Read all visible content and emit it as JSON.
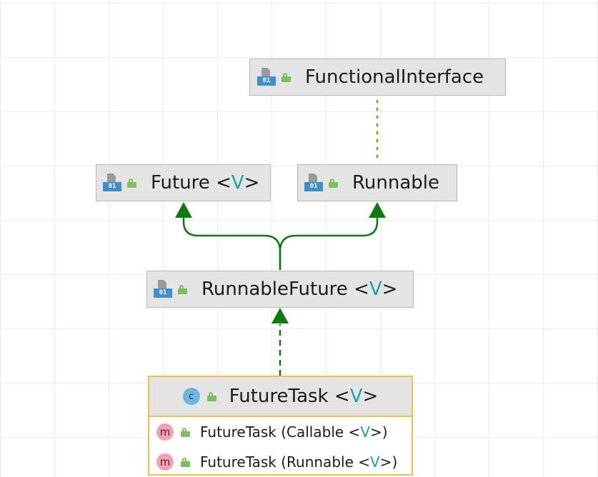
{
  "diagram": {
    "nodes": {
      "functional_interface": {
        "name": "FunctionalInterface",
        "kind": "interface",
        "icon": "interface-icon",
        "visibility": "public"
      },
      "future": {
        "name": "Future",
        "type_param": "V",
        "kind": "interface",
        "icon": "interface-icon",
        "visibility": "public"
      },
      "runnable": {
        "name": "Runnable",
        "kind": "interface",
        "icon": "interface-icon",
        "visibility": "public"
      },
      "runnable_future": {
        "name": "RunnableFuture",
        "type_param": "V",
        "kind": "interface",
        "icon": "interface-icon",
        "visibility": "public"
      },
      "future_task": {
        "name": "FutureTask",
        "type_param": "V",
        "kind": "class",
        "icon_letter": "c",
        "visibility": "public",
        "members": [
          {
            "icon_letter": "m",
            "name": "FutureTask",
            "params": "Callable",
            "type_param": "V"
          },
          {
            "icon_letter": "m",
            "name": "FutureTask",
            "params": "Runnable",
            "type_param": "V"
          }
        ]
      }
    },
    "edges": [
      {
        "from": "runnable",
        "to": "functional_interface",
        "style": "dotted"
      },
      {
        "from": "runnable_future",
        "to": "future",
        "style": "solid"
      },
      {
        "from": "runnable_future",
        "to": "runnable",
        "style": "solid"
      },
      {
        "from": "future_task",
        "to": "runnable_future",
        "style": "dashed"
      }
    ],
    "colors": {
      "extends_edge": "#0c7c0c",
      "annotation_edge": "#8fa62e",
      "type_param": "#19a3a3",
      "selected_border": "#f2c041",
      "node_fill": "#e4e4e4"
    }
  }
}
